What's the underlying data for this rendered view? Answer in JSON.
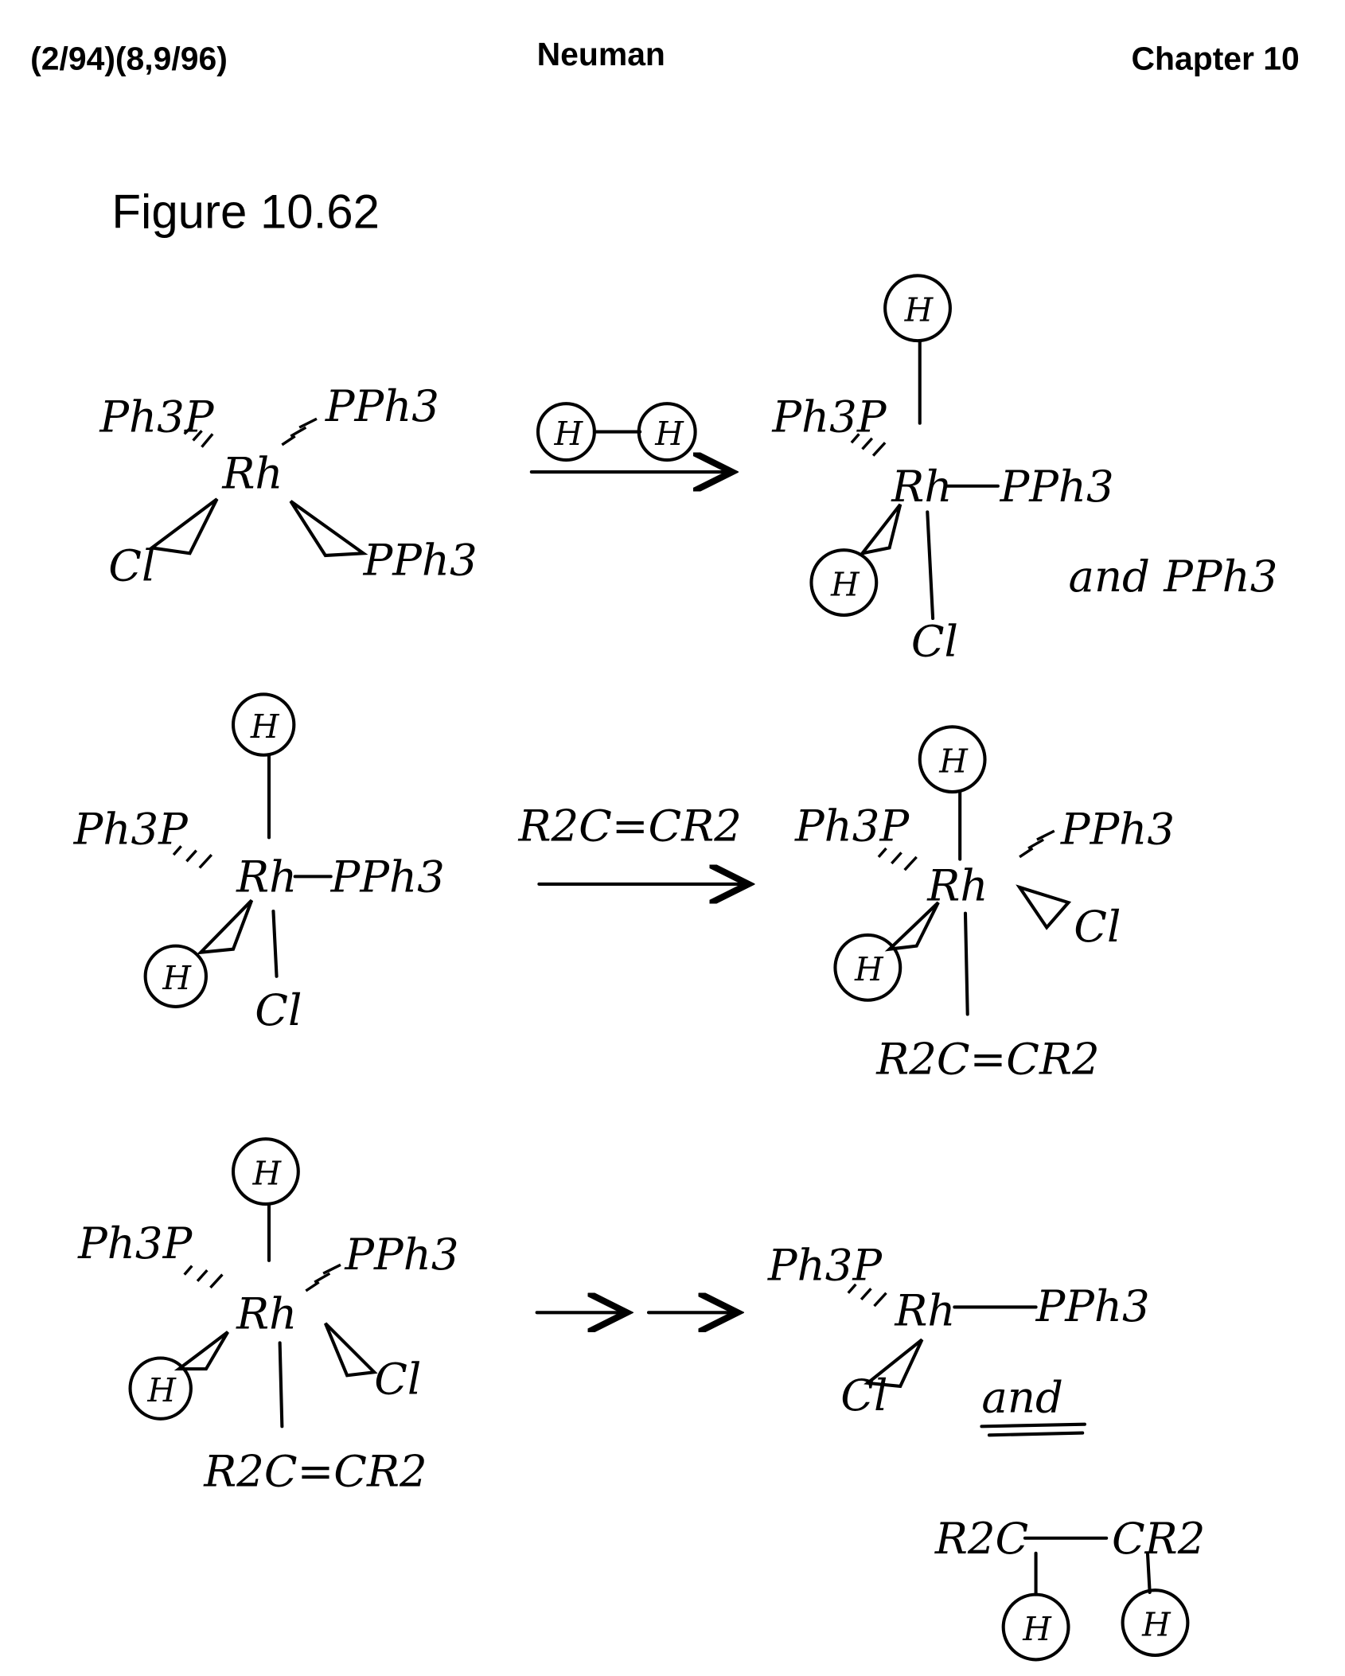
{
  "header": {
    "date": "(2/94)(8,9/96)",
    "author": "Neuman",
    "chapter": "Chapter 10"
  },
  "figure_title": "Figure 10.62",
  "labels": {
    "ph3p": "Ph3P",
    "pph3": "PPh3",
    "rh": "Rh",
    "cl": "Cl",
    "h": "H",
    "alkene": "R2C=CR2",
    "and": "and",
    "and_pph3": "and PPh3",
    "alkane_left": "R2C",
    "alkane_right": "CR2"
  }
}
